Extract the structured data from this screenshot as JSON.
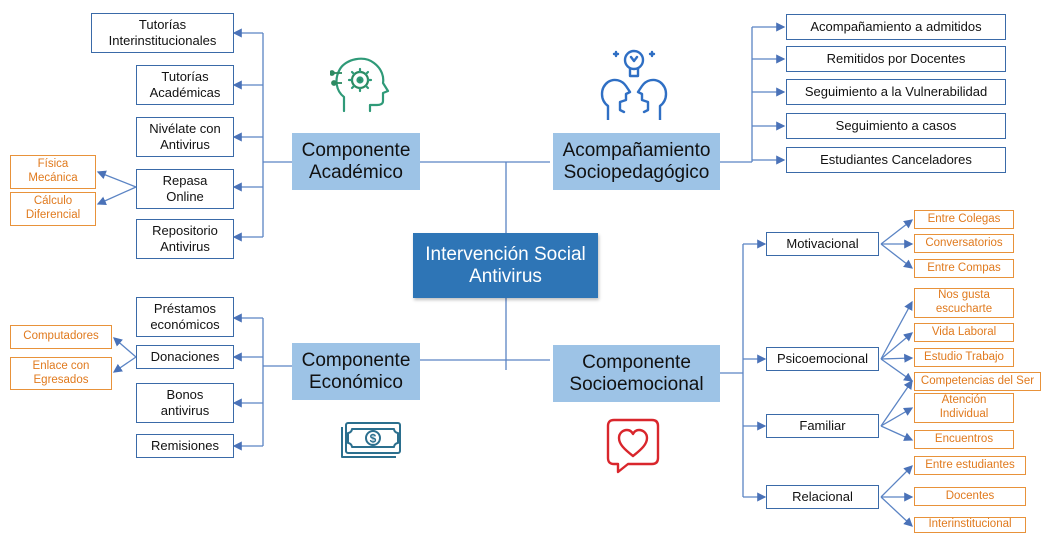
{
  "center": {
    "label": "Intervención Social\nAntivirus"
  },
  "components": {
    "academico": {
      "label": "Componente\nAcadémico"
    },
    "acompanamiento": {
      "label": "Acompañamiento\nSociopedagógico"
    },
    "economico": {
      "label": "Componente\nEconómico"
    },
    "socioemocional": {
      "label": "Componente\nSocioemocional"
    }
  },
  "academico_items": [
    {
      "label": "Tutorías\nInterinstitucionales"
    },
    {
      "label": "Tutorías\nAcadémicas"
    },
    {
      "label": "Nivélate con\nAntivirus"
    },
    {
      "label": "Repasa\nOnline"
    },
    {
      "label": "Repositorio\nAntivirus"
    }
  ],
  "repasa_subitems": [
    {
      "label": "Física\nMecánica"
    },
    {
      "label": "Cálculo\nDiferencial"
    }
  ],
  "acompanamiento_items": [
    {
      "label": "Acompañamiento a admitidos"
    },
    {
      "label": "Remitidos por Docentes"
    },
    {
      "label": "Seguimiento a la Vulnerabilidad"
    },
    {
      "label": "Seguimiento a casos"
    },
    {
      "label": "Estudiantes Canceladores"
    }
  ],
  "economico_items": [
    {
      "label": "Préstamos\neconómicos"
    },
    {
      "label": "Donaciones"
    },
    {
      "label": "Bonos\nantivirus"
    },
    {
      "label": "Remisiones"
    }
  ],
  "donaciones_subitems": [
    {
      "label": "Computadores"
    },
    {
      "label": "Enlace con\nEgresados"
    }
  ],
  "socioemocional_items": [
    {
      "label": "Motivacional"
    },
    {
      "label": "Psicoemocional"
    },
    {
      "label": "Familiar"
    },
    {
      "label": "Relacional"
    }
  ],
  "motivacional_subitems": [
    {
      "label": "Entre Colegas"
    },
    {
      "label": "Conversatorios"
    },
    {
      "label": "Entre Compas"
    }
  ],
  "psicoemocional_subitems": [
    {
      "label": "Nos gusta\nescucharte"
    },
    {
      "label": "Vida Laboral"
    },
    {
      "label": "Estudio Trabajo"
    },
    {
      "label": "Competencias del Ser"
    }
  ],
  "familiar_subitems": [
    {
      "label": "Atención\nIndividual"
    },
    {
      "label": "Encuentros"
    }
  ],
  "relacional_subitems": [
    {
      "label": "Entre estudiantes"
    },
    {
      "label": "Docentes"
    },
    {
      "label": "Interinstitucional"
    }
  ],
  "icons": {
    "academico": "brain-head-icon",
    "acompanamiento": "idea-heads-icon",
    "economico": "money-bills-icon",
    "socioemocional": "heart-chat-icon"
  },
  "colors": {
    "center": "#2e75b6",
    "component": "#9dc3e6",
    "leaf_border": "#3a6aa8",
    "sub_border": "#e8923a",
    "connector": "#5b84c4"
  }
}
